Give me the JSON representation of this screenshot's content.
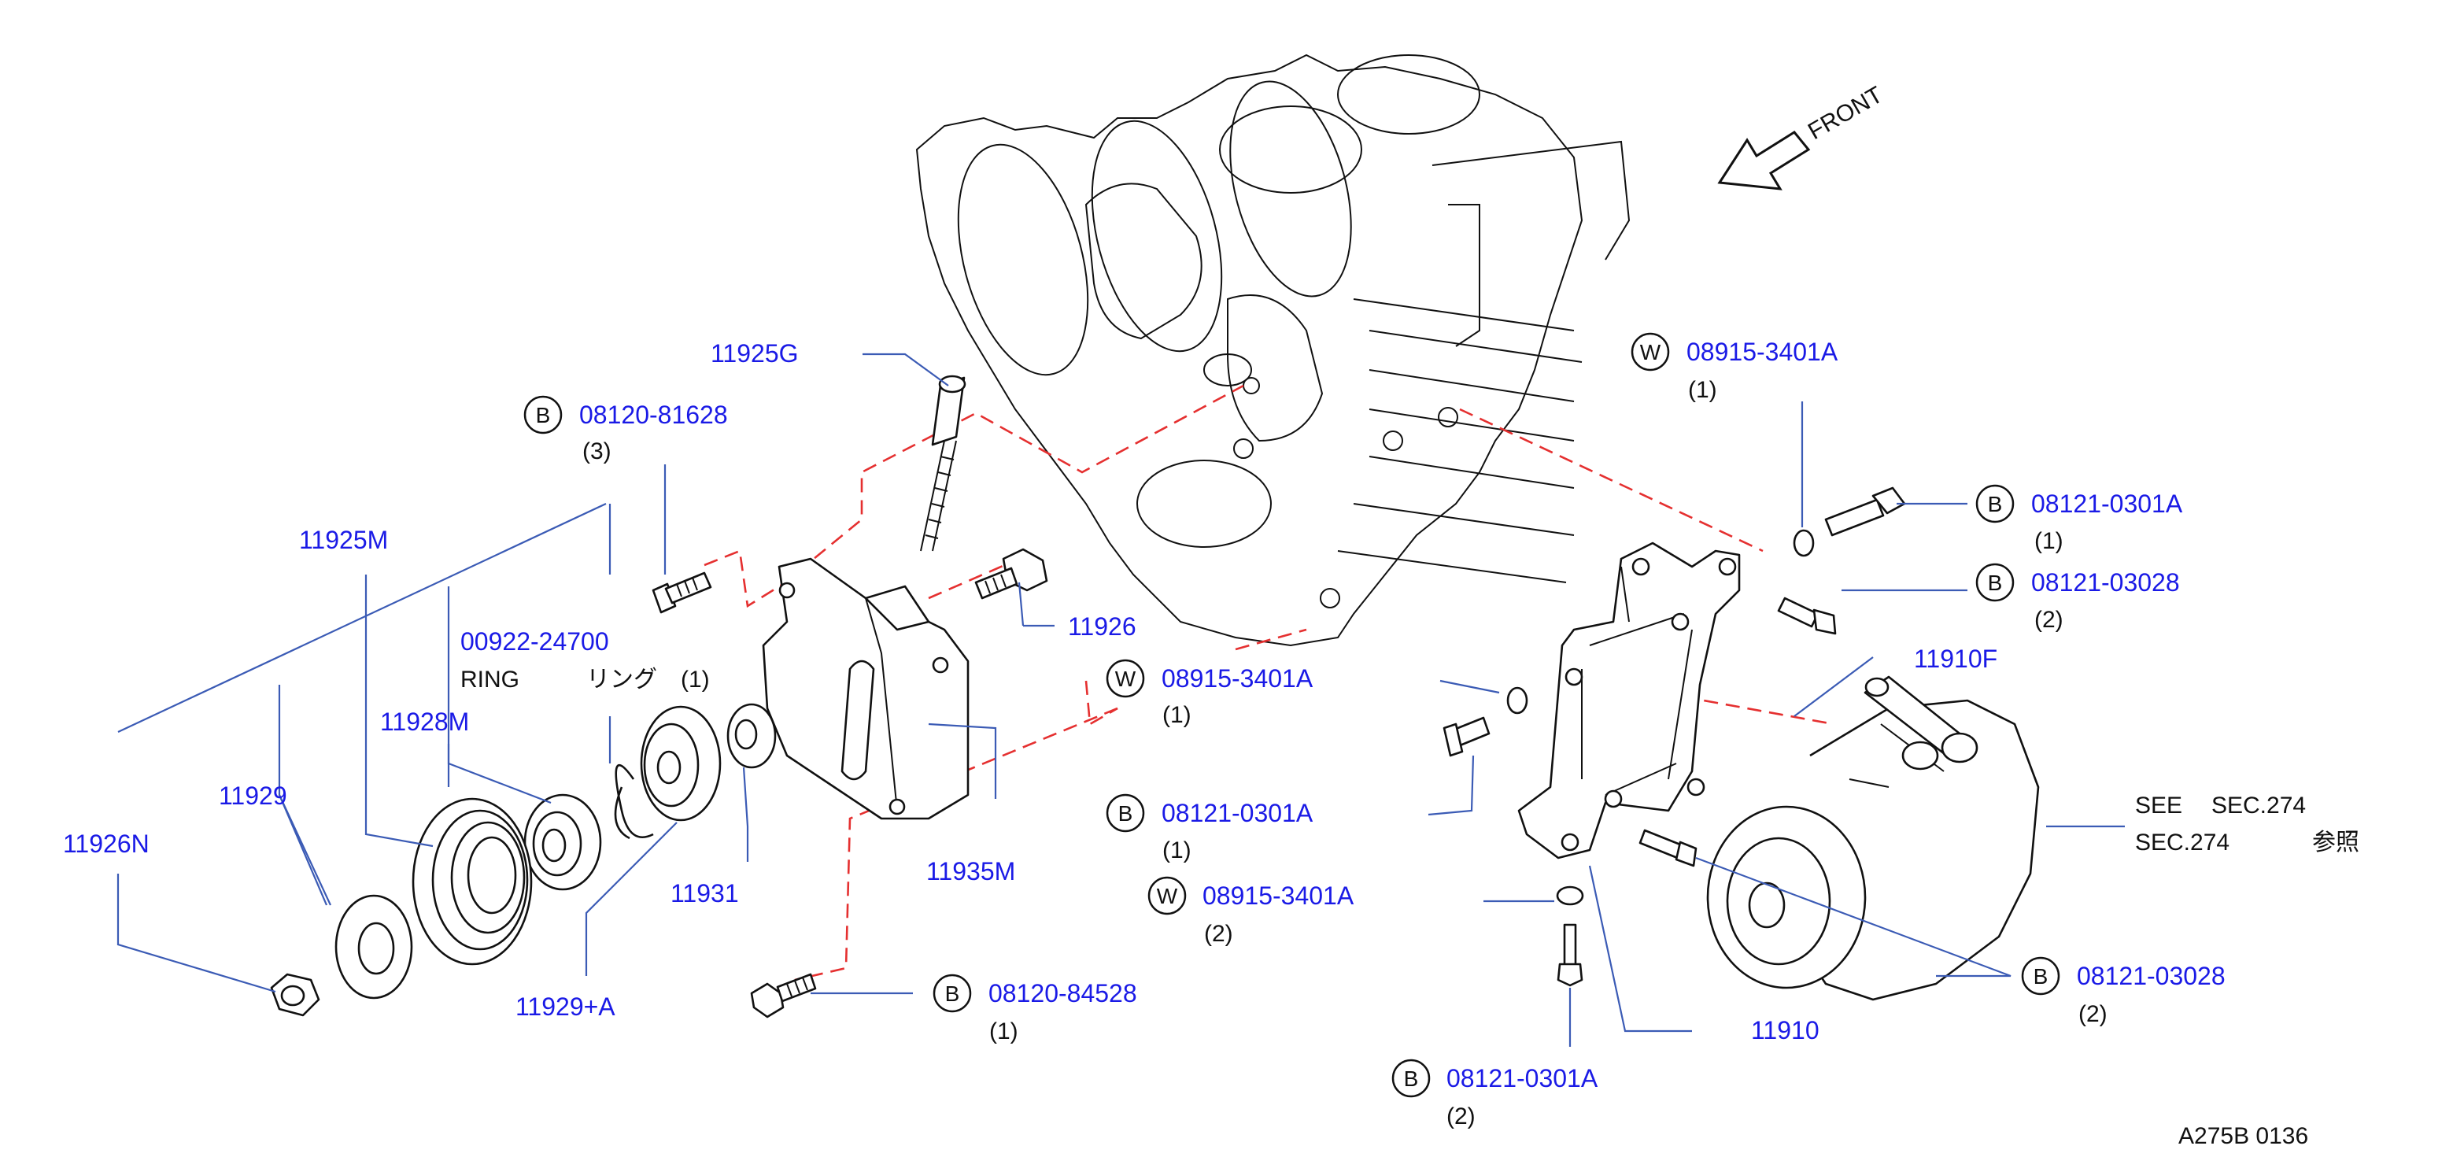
{
  "front_label": "FRONT",
  "callouts": {
    "p11925G": {
      "pn": "11925G"
    },
    "p08120_81628": {
      "sym": "B",
      "pn": "08120-81628",
      "qty": "(3)"
    },
    "p11925M": {
      "pn": "11925M"
    },
    "p00922": {
      "pn": "00922-24700",
      "desc": "RING",
      "desc_jp": "リング",
      "qty": "(1)"
    },
    "p11928M": {
      "pn": "11928M"
    },
    "p11929": {
      "pn": "11929"
    },
    "p11926N": {
      "pn": "11926N"
    },
    "p11926": {
      "pn": "11926"
    },
    "p08915_a": {
      "sym": "W",
      "pn": "08915-3401A",
      "qty": "(1)"
    },
    "p08121_0301A_a": {
      "sym": "B",
      "pn": "08121-0301A",
      "qty": "(1)"
    },
    "p08915_b": {
      "sym": "W",
      "pn": "08915-3401A",
      "qty": "(2)"
    },
    "p11931": {
      "pn": "11931"
    },
    "p11935M": {
      "pn": "11935M"
    },
    "p11929A": {
      "pn": "11929+A"
    },
    "p08120_84528": {
      "sym": "B",
      "pn": "08120-84528",
      "qty": "(1)"
    },
    "p08915_top": {
      "sym": "W",
      "pn": "08915-3401A",
      "qty": "(1)"
    },
    "p08121_0301A_top": {
      "sym": "B",
      "pn": "08121-0301A",
      "qty": "(1)"
    },
    "p08121_03028_top": {
      "sym": "B",
      "pn": "08121-03028",
      "qty": "(2)"
    },
    "p11910F": {
      "pn": "11910F"
    },
    "see_sec": {
      "line1a": "SEE",
      "line1b": "SEC.274",
      "line2a": "SEC.274",
      "line2b": "参照"
    },
    "p08121_03028_bot": {
      "sym": "B",
      "pn": "08121-03028",
      "qty": "(2)"
    },
    "p11910": {
      "pn": "11910"
    },
    "p08121_0301A_bot": {
      "sym": "B",
      "pn": "08121-0301A",
      "qty": "(2)"
    }
  },
  "diagram_code": "A275B  0136",
  "colors": {
    "part_number": "#1a1ae6",
    "leader": "#3b5bb5",
    "phantom_line": "#e53030"
  }
}
